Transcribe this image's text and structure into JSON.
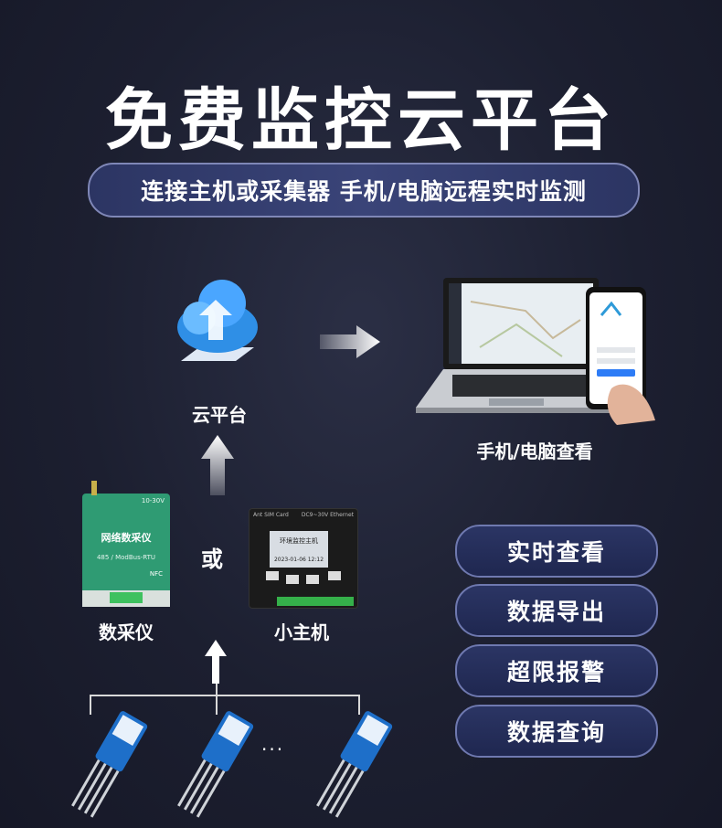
{
  "title": "免费监控云平台",
  "subtitle": "连接主机或采集器 手机/电脑远程实时监测",
  "nodes": {
    "cloud_label": "云平台",
    "view_label": "手机/电脑查看",
    "collector_label": "数采仪",
    "or_text": "或",
    "host_label": "小主机",
    "ellipsis": "..."
  },
  "collector_device": {
    "name": "网络数采仪",
    "protocol": "485 / ModBus-RTU",
    "voltage": "10-30V",
    "nfc": "NFC"
  },
  "host_device": {
    "screen_title": "环境监控主机",
    "screen_date": "2023-01-06  12:12",
    "ports_text": "DC9~30V Ethernet",
    "ant_text": "Ant  SIM Card"
  },
  "features": [
    "实时查看",
    "数据导出",
    "超限报警",
    "数据查询"
  ],
  "colors": {
    "background": "#1c1f30",
    "pill_border": "#7f87b7",
    "device_green": "#2f9b73",
    "cloud_blue": "#2f8fe6"
  }
}
